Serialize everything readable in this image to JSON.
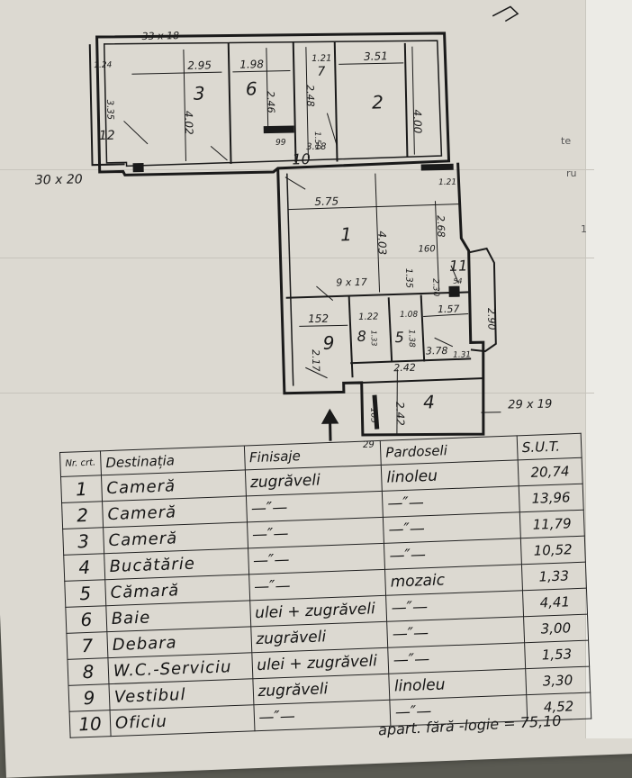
{
  "plan": {
    "overall_dim": "33 x 18",
    "left_dim": "30 x 20",
    "right_dim": "29 x 19",
    "bottom_dim": "29",
    "rooms": [
      {
        "num": "1"
      },
      {
        "num": "2"
      },
      {
        "num": "3"
      },
      {
        "num": "4"
      },
      {
        "num": "5"
      },
      {
        "num": "6"
      },
      {
        "num": "7"
      },
      {
        "num": "8"
      },
      {
        "num": "9"
      },
      {
        "num": "10"
      },
      {
        "num": "11"
      },
      {
        "num": "12"
      }
    ],
    "measures": {
      "m_2_95": "2.95",
      "m_1_98": "1.98",
      "m_1_21": "1.21",
      "m_3_51": "3.51",
      "m_4_02": "4.02",
      "m_2_46": "2.46",
      "m_2_48": "2.48",
      "m_4_00": "4.00",
      "m_3_35": "3.35",
      "m_1_24": "1.24",
      "m_3_18": "3.18",
      "m_1_50": "1.50",
      "m_99": "99",
      "m_5_75": "5.75",
      "m_4_03": "4.03",
      "m_2_68": "2.68",
      "m_1_21b": "1.21",
      "m_160": "160",
      "m_1_35": "1.35",
      "m_9x17": "9 x 17",
      "m_152": "152",
      "m_2_17": "2.17",
      "m_1_22": "1.22",
      "m_1_57": "1.57",
      "m_2_90": "2.90",
      "m_2_30": "2.30",
      "m_1_08": "1.08",
      "m_1_38": "1.38",
      "m_2_42": "2.42",
      "m_3_78": "3.78",
      "m_1_31": "1.31",
      "m_2_42b": "2.42",
      "m_103": "103",
      "m_1_33": "1.33",
      "m_5_4": "54"
    }
  },
  "page_edge": {
    "t1": "te",
    "t2": "ru",
    "t3": "1"
  },
  "table": {
    "headers": {
      "nr": "Nr. crt.",
      "dest": "Destinația",
      "fin": "Finisaje",
      "par": "Pardoseli",
      "sut": "S.U.T."
    },
    "rows": [
      {
        "nr": "1",
        "dest": "Cameră",
        "fin": "zugrăveli",
        "par": "linoleu",
        "sut": "20,74"
      },
      {
        "nr": "2",
        "dest": "Cameră",
        "fin": "—″—",
        "par": "—″—",
        "sut": "13,96"
      },
      {
        "nr": "3",
        "dest": "Cameră",
        "fin": "—″—",
        "par": "—″—",
        "sut": "11,79"
      },
      {
        "nr": "4",
        "dest": "Bucătărie",
        "fin": "—″—",
        "par": "—″—",
        "sut": "10,52"
      },
      {
        "nr": "5",
        "dest": "Cămară",
        "fin": "—″—",
        "par": "mozaic",
        "sut": "1,33"
      },
      {
        "nr": "6",
        "dest": "Baie",
        "fin": "ulei + zugrăveli",
        "par": "—″—",
        "sut": "4,41"
      },
      {
        "nr": "7",
        "dest": "Debara",
        "fin": "zugrăveli",
        "par": "—″—",
        "sut": "3,00"
      },
      {
        "nr": "8",
        "dest": "W.C.-Serviciu",
        "fin": "ulei + zugrăveli",
        "par": "—″—",
        "sut": "1,53"
      },
      {
        "nr": "9",
        "dest": "Vestibul",
        "fin": "zugrăveli",
        "par": "linoleu",
        "sut": "3,30"
      },
      {
        "nr": "10",
        "dest": "Oficiu",
        "fin": "—″—",
        "par": "—″—",
        "sut": "4,52"
      }
    ],
    "total_text": "apart. fără -logie = 75,10"
  }
}
